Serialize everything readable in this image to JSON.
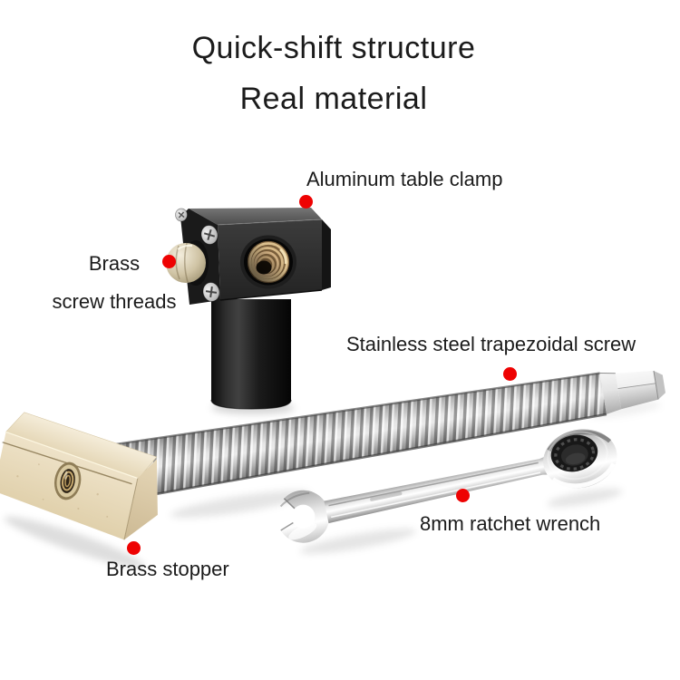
{
  "title": {
    "line1": "Quick-shift structure",
    "line2": "Real material"
  },
  "callouts": {
    "clamp": {
      "label": "Aluminum table clamp"
    },
    "brass_threads": {
      "line1": "Brass",
      "line2": "screw threads"
    },
    "screw": {
      "label": "Stainless steel trapezoidal screw"
    },
    "wrench": {
      "label": "8mm ratchet wrench"
    },
    "stopper": {
      "label": "Brass stopper"
    }
  },
  "illustration_parts": [
    "aluminum-table-clamp-photo",
    "brass-screw-tip-photo",
    "trapezoidal-screw-photo",
    "brass-stopper-photo",
    "ratchet-wrench-photo"
  ],
  "colors": {
    "background": "#ffffff",
    "text": "#1b1b1b",
    "callout_dot": "#ee0202",
    "clamp_black": "#2e2e2e",
    "brass_thread": "#d2b183",
    "stopper_brass": "#eadcc0",
    "steel_silver": "#c9c9c9",
    "chrome": "#ededed"
  }
}
